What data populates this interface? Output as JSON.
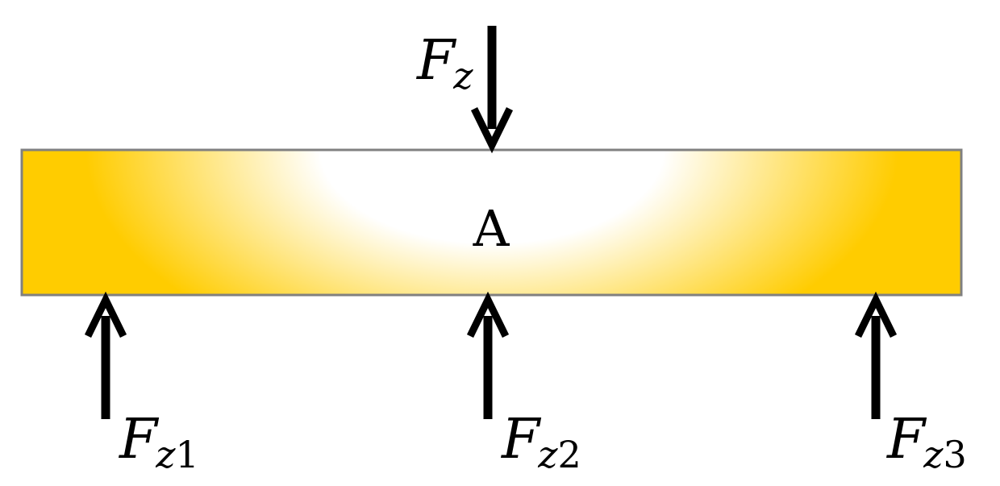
{
  "diagram": {
    "body": {
      "label": "A"
    },
    "applied_force": {
      "symbol": "F",
      "subscript": "z",
      "direction": "down"
    },
    "reactions": [
      {
        "symbol": "F",
        "subscript_var": "z",
        "subscript_num": "1",
        "direction": "up"
      },
      {
        "symbol": "F",
        "subscript_var": "z",
        "subscript_num": "2",
        "direction": "up"
      },
      {
        "symbol": "F",
        "subscript_var": "z",
        "subscript_num": "3",
        "direction": "up"
      }
    ],
    "colors": {
      "body_edge": "#ffcc00",
      "body_center": "#ffffff",
      "body_border": "#808080",
      "arrow": "#000000"
    }
  }
}
